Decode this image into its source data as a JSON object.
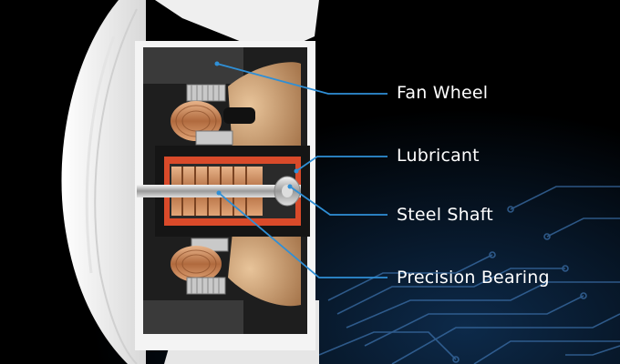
{
  "colors": {
    "background": "#000000",
    "leader_line": "#2f8fd6",
    "label_text": "#ffffff",
    "housing_white": "#f2f2f2",
    "frame_dark": "#2a2a2a",
    "copper": "#c98a5c",
    "lubricant_orange": "#d94a2a",
    "circuit_blue": "#3b6fa8"
  },
  "callouts": [
    {
      "id": "fan-wheel",
      "label": "Fan Wheel"
    },
    {
      "id": "lubricant",
      "label": "Lubricant"
    },
    {
      "id": "steel-shaft",
      "label": "Steel Shaft"
    },
    {
      "id": "precision-bearing",
      "label": "Precision Bearing"
    }
  ]
}
